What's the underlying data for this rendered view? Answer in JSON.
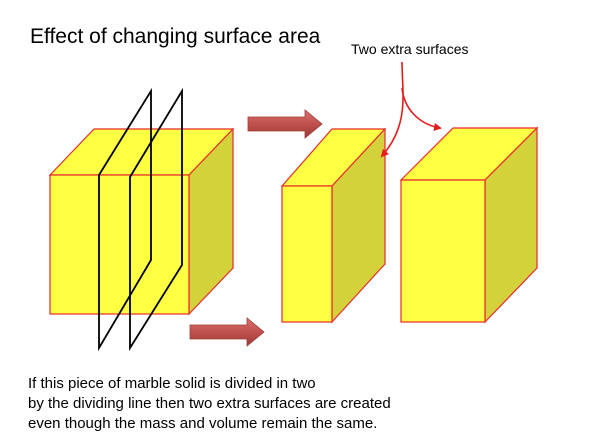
{
  "title": "Effect of changing surface area",
  "callout": {
    "label": "Two extra surfaces"
  },
  "caption": {
    "lines": [
      "If this piece of marble solid is divided in two",
      "by the dividing line then two extra surfaces are created",
      "even though the mass and volume remain the same."
    ]
  },
  "colors": {
    "cube_front": "#ffff44",
    "cube_top": "#ffff44",
    "cube_side": "#d4d23a",
    "cube_edge": "#e82b2b",
    "arrow_fill": "#c0504d",
    "callout_line": "#e81c1c",
    "cutting_plane": "#000000"
  },
  "icons": {
    "shift_arrow": "block-right-arrow",
    "callout_arrow": "curved-pointer-arrow"
  }
}
